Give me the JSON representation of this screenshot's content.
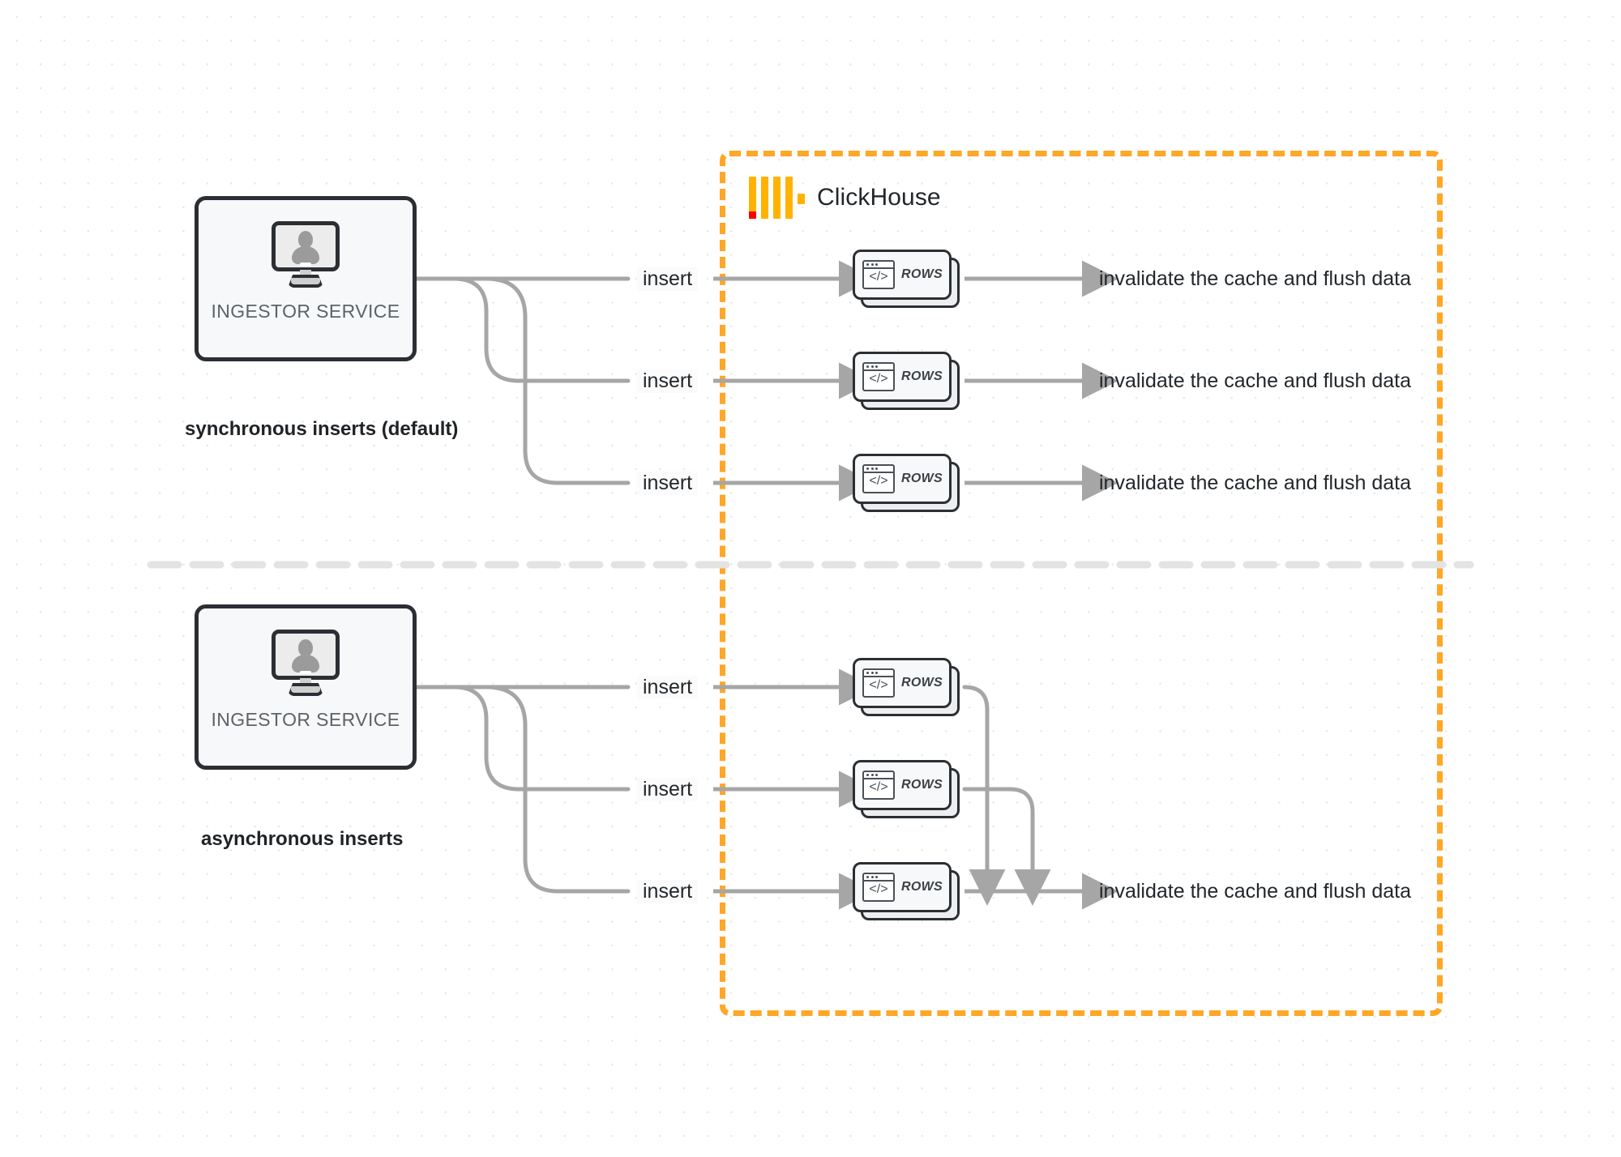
{
  "diagram": {
    "title": "ClickHouse synchronous vs asynchronous inserts",
    "colors": {
      "boundary": "#ffa726",
      "logo_orange": "#ffb300",
      "logo_red": "#ff0000",
      "wire": "#a6a6a6",
      "node_border": "#2b2f33",
      "text": "#22272b",
      "divider": "#e3e3e3"
    }
  },
  "clickhouse": {
    "name": "ClickHouse",
    "logo_icon": "clickhouse-logo-icon"
  },
  "sections": [
    {
      "id": "synchronous",
      "caption": "synchronous inserts (default)",
      "ingestor": {
        "label": "INGESTOR SERVICE",
        "icon": "monitor-user-icon"
      },
      "rows": [
        {
          "insert_label": "insert",
          "node_label": "ROWS",
          "node_icon": "code-window-icon",
          "output_label": "invalidate the cache and flush data"
        },
        {
          "insert_label": "insert",
          "node_label": "ROWS",
          "node_icon": "code-window-icon",
          "output_label": "invalidate the cache and flush data"
        },
        {
          "insert_label": "insert",
          "node_label": "ROWS",
          "node_icon": "code-window-icon",
          "output_label": "invalidate the cache and flush data"
        }
      ]
    },
    {
      "id": "asynchronous",
      "caption": "asynchronous inserts",
      "ingestor": {
        "label": "INGESTOR SERVICE",
        "icon": "monitor-user-icon"
      },
      "rows": [
        {
          "insert_label": "insert",
          "node_label": "ROWS",
          "node_icon": "code-window-icon"
        },
        {
          "insert_label": "insert",
          "node_label": "ROWS",
          "node_icon": "code-window-icon"
        },
        {
          "insert_label": "insert",
          "node_label": "ROWS",
          "node_icon": "code-window-icon"
        }
      ],
      "merged_output_label": "invalidate the cache and flush data"
    }
  ]
}
